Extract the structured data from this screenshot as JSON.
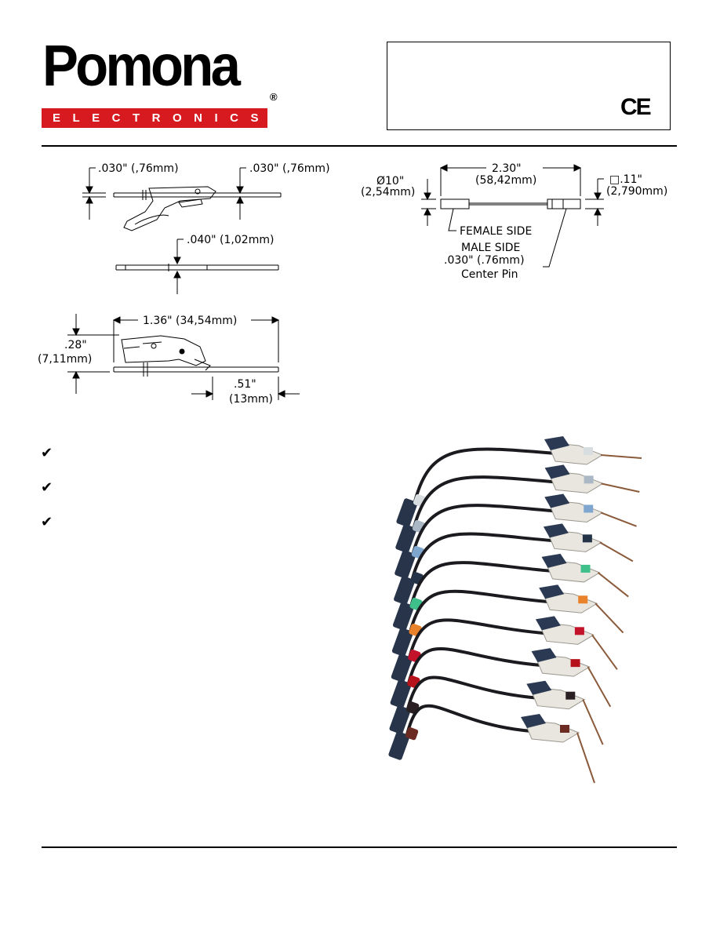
{
  "brand": {
    "name": "Pomona",
    "registered_mark": "®",
    "subtitle": "ELECTRONICS"
  },
  "certification": {
    "mark": "CE",
    "icon": "ce-mark-icon"
  },
  "dims": {
    "top_left": ".030\" (,76mm)",
    "top_right": ".030\" (,76mm)",
    "mid": ".040\" (1,02mm)",
    "length": "1.36\" (34,54mm)",
    "height_in": ".28\"",
    "height_mm": "(7,11mm)",
    "jaw_in": ".51\"",
    "jaw_mm": "(13mm)",
    "conn_len_in": "2.30\"",
    "conn_len_mm": "(58,42mm)",
    "conn_dia_in": "Ø10\"",
    "conn_dia_mm": "(2,54mm)",
    "conn_sq_in": "□.11\"",
    "conn_sq_mm": "(2,790mm)",
    "female_side": "FEMALE SIDE",
    "male_side": "MALE SIDE",
    "pin_dim": ".030\" (.76mm)",
    "pin_label": "Center Pin"
  },
  "checklist": {
    "icon": "checkmark-icon",
    "glyph": "✔",
    "count": 3
  },
  "colors": {
    "logo_red": "#d71920",
    "lead_colors": [
      "#d8dde0",
      "#a9b8c4",
      "#7ea6cf",
      "#243348",
      "#3fbf8a",
      "#e8822b",
      "#c2132a",
      "#b5121b",
      "#2a1f22",
      "#6b2a22"
    ]
  }
}
